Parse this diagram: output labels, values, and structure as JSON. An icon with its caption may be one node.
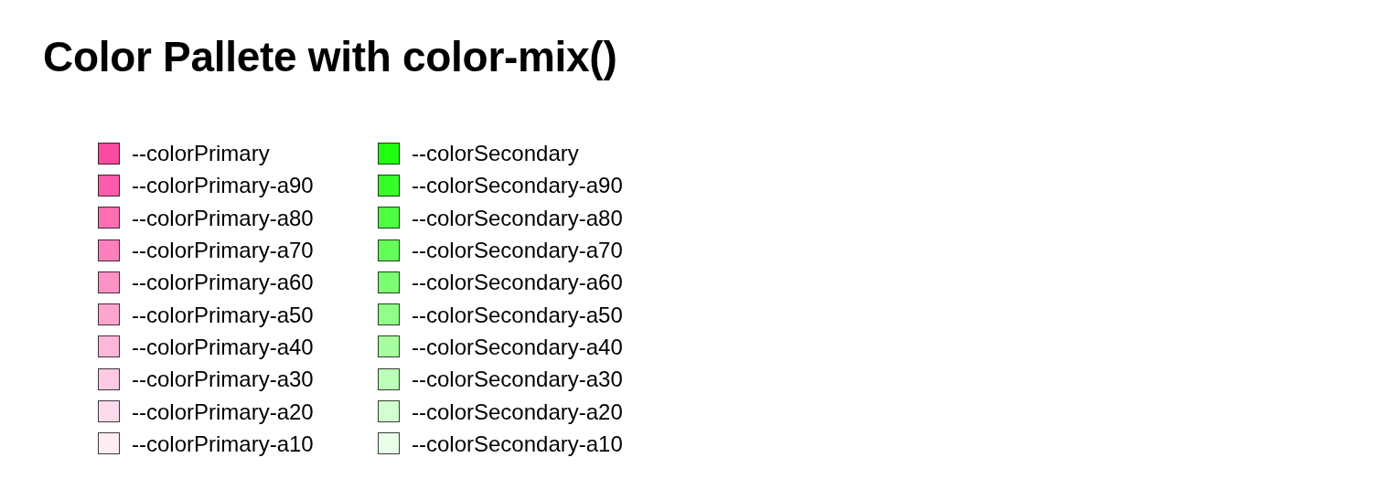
{
  "diagram": {
    "title": "Color Pallete with color-mix()",
    "legend": [
      {
        "text": "--colorPrimary",
        "color": "#fc4a9f"
      },
      {
        "text": "--colorPrimary-a90",
        "color": "#fc5ca9"
      },
      {
        "text": "--colorPrimary-a80",
        "color": "#fd6eb2"
      },
      {
        "text": "--colorPrimary-a70",
        "color": "#fd80bc"
      },
      {
        "text": "--colorPrimary-a60",
        "color": "#fd92c5"
      },
      {
        "text": "--colorPrimary-a50",
        "color": "#fea5cf"
      },
      {
        "text": "--colorPrimary-a40",
        "color": "#feb7d9"
      },
      {
        "text": "--colorPrimary-a30",
        "color": "#fec9e2"
      },
      {
        "text": "--colorPrimary-a20",
        "color": "#fedbec"
      },
      {
        "text": "--colorPrimary-a10",
        "color": "#ffedf5"
      },
      {
        "text": "--colorSecondary",
        "color": "#20ff10"
      },
      {
        "text": "--colorSecondary-a90",
        "color": "#36ff28"
      },
      {
        "text": "--colorSecondary-a80",
        "color": "#4dff40"
      },
      {
        "text": "--colorSecondary-a70",
        "color": "#63ff58"
      },
      {
        "text": "--colorSecondary-a60",
        "color": "#79ff70"
      },
      {
        "text": "--colorSecondary-a50",
        "color": "#90ff88"
      },
      {
        "text": "--colorSecondary-a40",
        "color": "#a6ff9f"
      },
      {
        "text": "--colorSecondary-a30",
        "color": "#bcffb7"
      },
      {
        "text": "--colorSecondary-a20",
        "color": "#d2ffcf"
      },
      {
        "text": "--colorSecondary-a10",
        "color": "#e9ffe7"
      }
    ]
  }
}
